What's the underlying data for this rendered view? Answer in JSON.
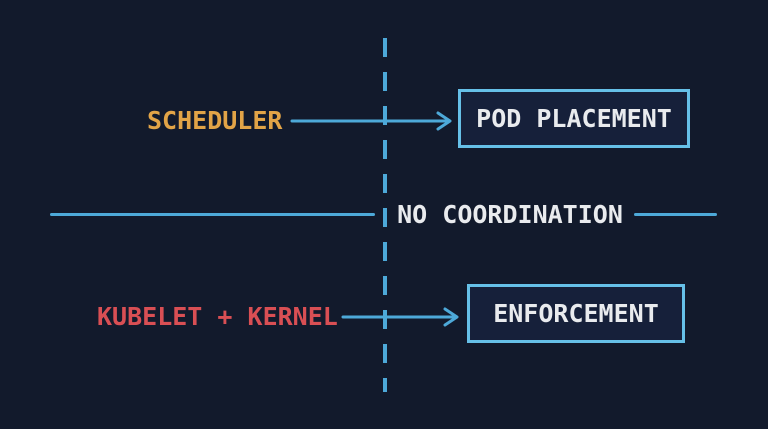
{
  "diagram": {
    "title": "scheduler-vs-kubelet-no-coordination",
    "colors": {
      "background": "#121a2c",
      "line_blue": "#4da9d9",
      "box_border_blue": "#66c0e8",
      "scheduler_amber": "#e2a447",
      "kubelet_red": "#d94f54",
      "text_white": "#e9ebee"
    },
    "top_row": {
      "source_label": "SCHEDULER",
      "target_label": "POD PLACEMENT"
    },
    "divider": {
      "label": "NO COORDINATION"
    },
    "bottom_row": {
      "source_label": "KUBELET + KERNEL",
      "target_label": "ENFORCEMENT"
    }
  }
}
